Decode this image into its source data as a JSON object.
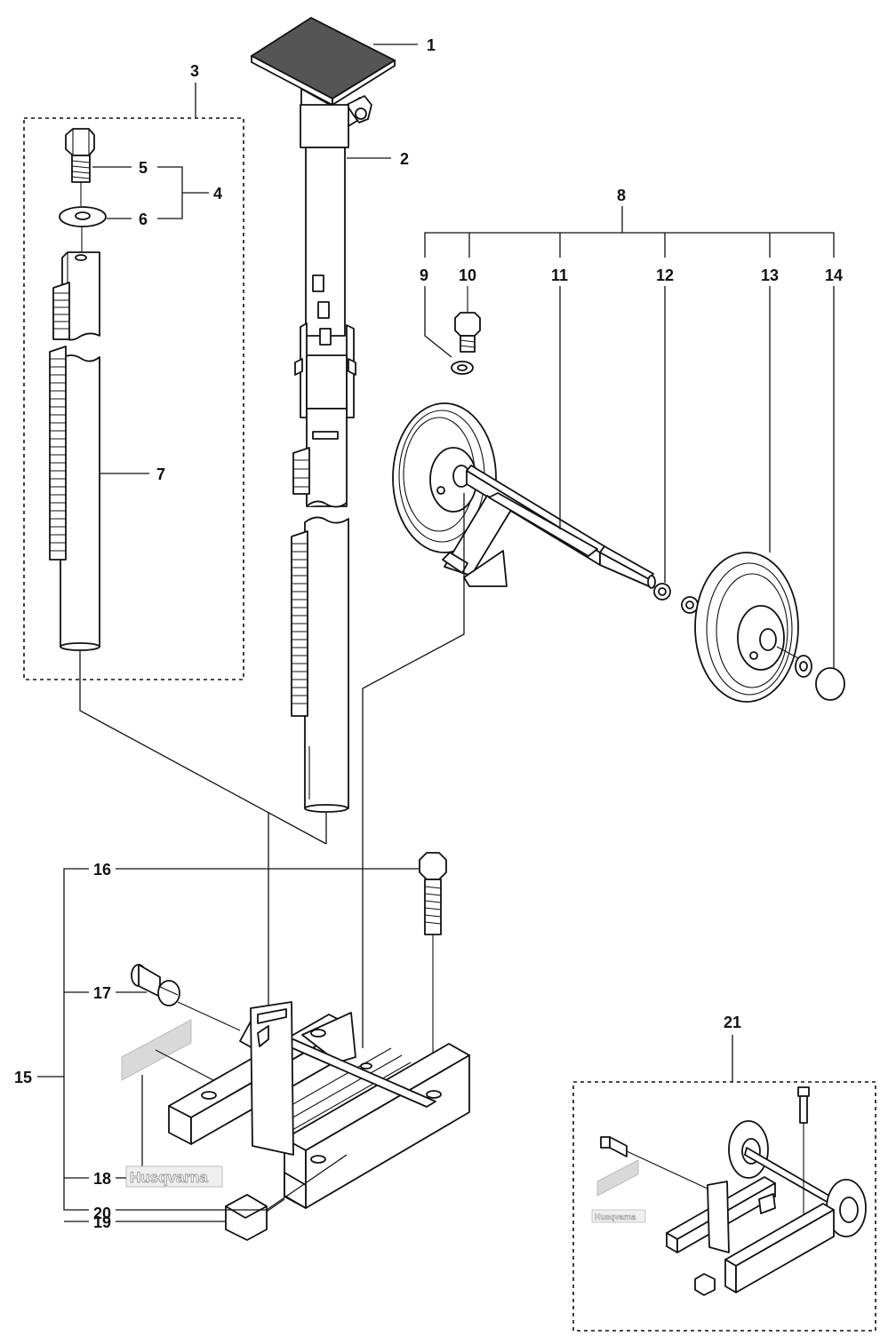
{
  "callouts": {
    "c1": "1",
    "c2": "2",
    "c3": "3",
    "c4": "4",
    "c5": "5",
    "c6": "6",
    "c7": "7",
    "c8": "8",
    "c9": "9",
    "c10": "10",
    "c11": "11",
    "c12": "12",
    "c13": "13",
    "c14": "14",
    "c15": "15",
    "c16": "16",
    "c17": "17",
    "c18": "18",
    "c19": "19",
    "c20": "20",
    "c21": "21"
  },
  "decal": {
    "brand": "Husqvarna"
  },
  "colors": {
    "line": "#111111",
    "label_grey": "#d9d9d9"
  }
}
